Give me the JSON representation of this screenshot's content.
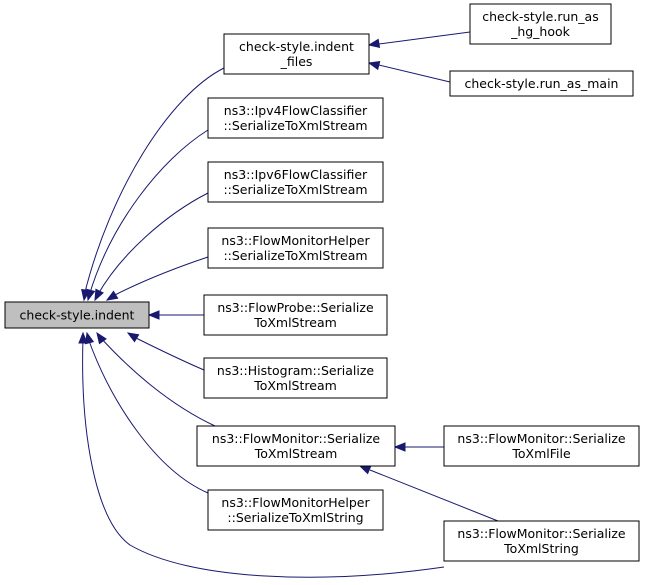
{
  "diagram": {
    "colors": {
      "edge": "#191970",
      "node_fill": "#ffffff",
      "focus_fill": "#bfbfbf",
      "border": "#000000"
    },
    "nodes": {
      "indent": {
        "lines": [
          "check-style.indent"
        ],
        "focus": true
      },
      "indent_files": {
        "lines": [
          "check-style.indent",
          "_files"
        ]
      },
      "run_as_hg_hook": {
        "lines": [
          "check-style.run_as",
          "_hg_hook"
        ]
      },
      "run_as_main": {
        "lines": [
          "check-style.run_as_main"
        ]
      },
      "ipv4": {
        "lines": [
          "ns3::Ipv4FlowClassifier",
          "::SerializeToXmlStream"
        ]
      },
      "ipv6": {
        "lines": [
          "ns3::Ipv6FlowClassifier",
          "::SerializeToXmlStream"
        ]
      },
      "fmhelper_stream": {
        "lines": [
          "ns3::FlowMonitorHelper",
          "::SerializeToXmlStream"
        ]
      },
      "probe": {
        "lines": [
          "ns3::FlowProbe::Serialize",
          "ToXmlStream"
        ]
      },
      "histogram": {
        "lines": [
          "ns3::Histogram::Serialize",
          "ToXmlStream"
        ]
      },
      "fm_stream": {
        "lines": [
          "ns3::FlowMonitor::Serialize",
          "ToXmlStream"
        ]
      },
      "fm_file": {
        "lines": [
          "ns3::FlowMonitor::Serialize",
          "ToXmlFile"
        ]
      },
      "fmhelper_string": {
        "lines": [
          "ns3::FlowMonitorHelper",
          "::SerializeToXmlString"
        ]
      },
      "fm_string": {
        "lines": [
          "ns3::FlowMonitor::Serialize",
          "ToXmlString"
        ]
      }
    },
    "edges": [
      [
        "indent_files",
        "indent"
      ],
      [
        "ipv4",
        "indent"
      ],
      [
        "ipv6",
        "indent"
      ],
      [
        "fmhelper_stream",
        "indent"
      ],
      [
        "probe",
        "indent"
      ],
      [
        "histogram",
        "indent"
      ],
      [
        "fm_stream",
        "indent"
      ],
      [
        "fmhelper_string",
        "indent"
      ],
      [
        "fm_string",
        "indent"
      ],
      [
        "run_as_hg_hook",
        "indent_files"
      ],
      [
        "run_as_main",
        "indent_files"
      ],
      [
        "fm_file",
        "fm_stream"
      ],
      [
        "fm_string",
        "fm_stream"
      ]
    ]
  }
}
